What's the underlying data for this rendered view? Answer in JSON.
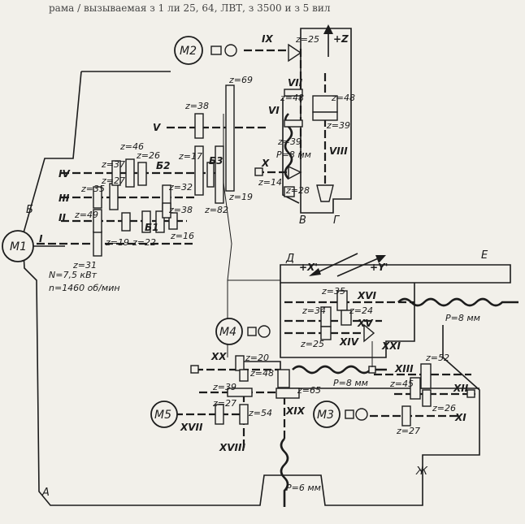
{
  "header_text": "рама / вызываемая з 1 ли 25, 64, ЛВТ, з 3500 и з 5 вил",
  "motors": {
    "m1": "M1",
    "m2": "M2",
    "m3": "M3",
    "m4": "M4",
    "m5": "M5"
  },
  "motor_specs": {
    "power": "N=7,5 кВт",
    "speed": "n=1460 об/мин"
  },
  "zones": {
    "a": "А",
    "b": "Б",
    "v": "В",
    "g": "Г",
    "d": "Д",
    "e": "Е",
    "zh": "Ж"
  },
  "directions": {
    "z": "+Z",
    "x": "+X'",
    "y": "+Y'"
  },
  "pitches": {
    "p8": "P=8 мм",
    "p6": "P=6 мм"
  },
  "shafts": {
    "I": "I",
    "II": "II",
    "III": "III",
    "IV": "IV",
    "V": "V",
    "VI": "VI",
    "VII": "VII",
    "VIII": "VIII",
    "IX": "IX",
    "X": "X",
    "XI": "XI",
    "XII": "XII",
    "XIII": "XIII",
    "XIV": "XIV",
    "XV": "XV",
    "XVI": "XVI",
    "XVII": "XVII",
    "XVIII": "XVIII",
    "XIX": "XIX",
    "XX": "XX",
    "XXI": "XXI"
  },
  "gears": {
    "z25": "z=25",
    "z48a": "z=48",
    "z48b": "z=48",
    "z39a": "z=39",
    "z39b": "z=39",
    "z14": "z=14",
    "z28": "z=28",
    "z69": "z=69",
    "z38a": "z=38",
    "z46": "z=46",
    "z26a": "z=26",
    "z17": "z=17",
    "z37": "z=37",
    "z27a": "z=27",
    "z35a": "z=35",
    "z32": "z=32",
    "z38b": "z=38",
    "z49": "z=49",
    "z19a": "z=19",
    "z22": "z=22",
    "z16": "z=16",
    "z31": "z=31",
    "z19b": "z=19",
    "z82": "z=82",
    "b1": "Б1",
    "b2": "Б2",
    "b3": "Б3",
    "z35b": "z=35",
    "z34": "z=34",
    "z24": "z=24",
    "z25b": "z=25",
    "z20": "z=20",
    "z48c": "z=48",
    "z39c": "z=39",
    "z65": "z=65",
    "z27b": "z=27",
    "z54": "z=54",
    "z52": "z=52",
    "z45": "z=45",
    "z26b": "z=26",
    "z27c": "z=27"
  }
}
